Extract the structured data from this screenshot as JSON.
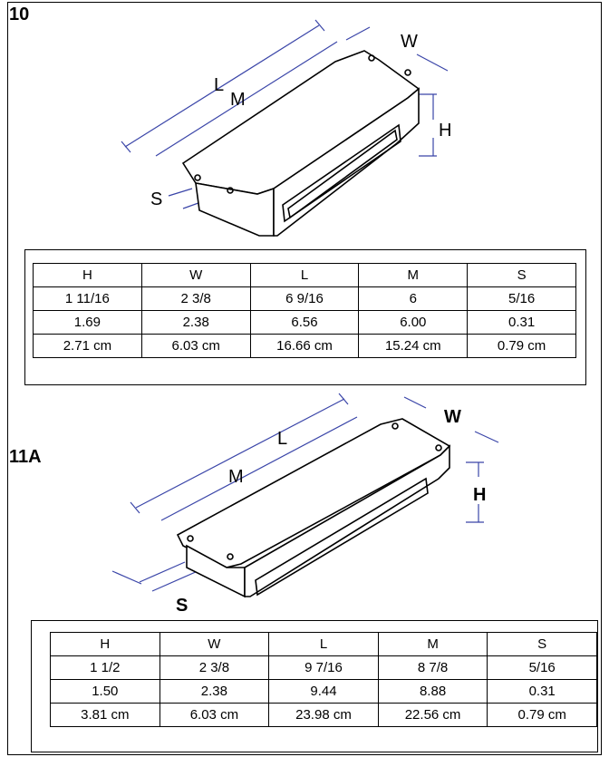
{
  "sections": [
    {
      "label": "10",
      "drawing": {
        "L": "L",
        "M": "M",
        "W": "W",
        "H": "H",
        "S": "S"
      },
      "table": {
        "headers": [
          "H",
          "W",
          "L",
          "M",
          "S"
        ],
        "rows": [
          [
            "1 11/16",
            "2 3/8",
            "6 9/16",
            "6",
            "5/16"
          ],
          [
            "1.69",
            "2.38",
            "6.56",
            "6.00",
            "0.31"
          ],
          [
            "2.71 cm",
            "6.03 cm",
            "16.66 cm",
            "15.24 cm",
            "0.79 cm"
          ]
        ]
      }
    },
    {
      "label": "11A",
      "drawing": {
        "L": "L",
        "M": "M",
        "W": "W",
        "H": "H",
        "S": "S"
      },
      "table": {
        "headers": [
          "H",
          "W",
          "L",
          "M",
          "S"
        ],
        "rows": [
          [
            "1 1/2",
            "2 3/8",
            "9 7/16",
            "8 7/8",
            "5/16"
          ],
          [
            "1.50",
            "2.38",
            "9.44",
            "8.88",
            "0.31"
          ],
          [
            "3.81 cm",
            "6.03 cm",
            "23.98 cm",
            "22.56 cm",
            "0.79 cm"
          ]
        ]
      }
    }
  ],
  "colors": {
    "dimension_line": "#3a45a8",
    "outline": "#000000"
  }
}
